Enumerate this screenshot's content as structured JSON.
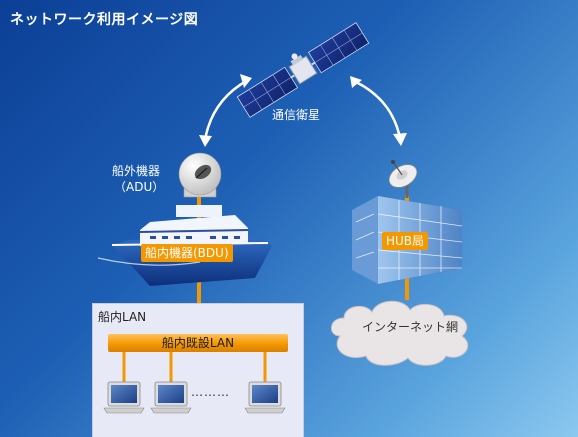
{
  "title": "ネットワーク利用イメージ図",
  "satellite": {
    "label": "通信衛星"
  },
  "ship": {
    "adu_label_line1": "船外機器",
    "adu_label_line2": "（ADU）",
    "bdu_label": "船内機器(BDU)"
  },
  "hub": {
    "label": "HUB局"
  },
  "internet": {
    "label": "インターネット網"
  },
  "lan": {
    "title": "船内LAN",
    "existing_lan_label": "船内既設LAN",
    "ellipsis": "………"
  },
  "colors": {
    "accent_orange": "#f39800",
    "background_dark": "#0c3f96",
    "background_light": "#8cc8ef"
  }
}
